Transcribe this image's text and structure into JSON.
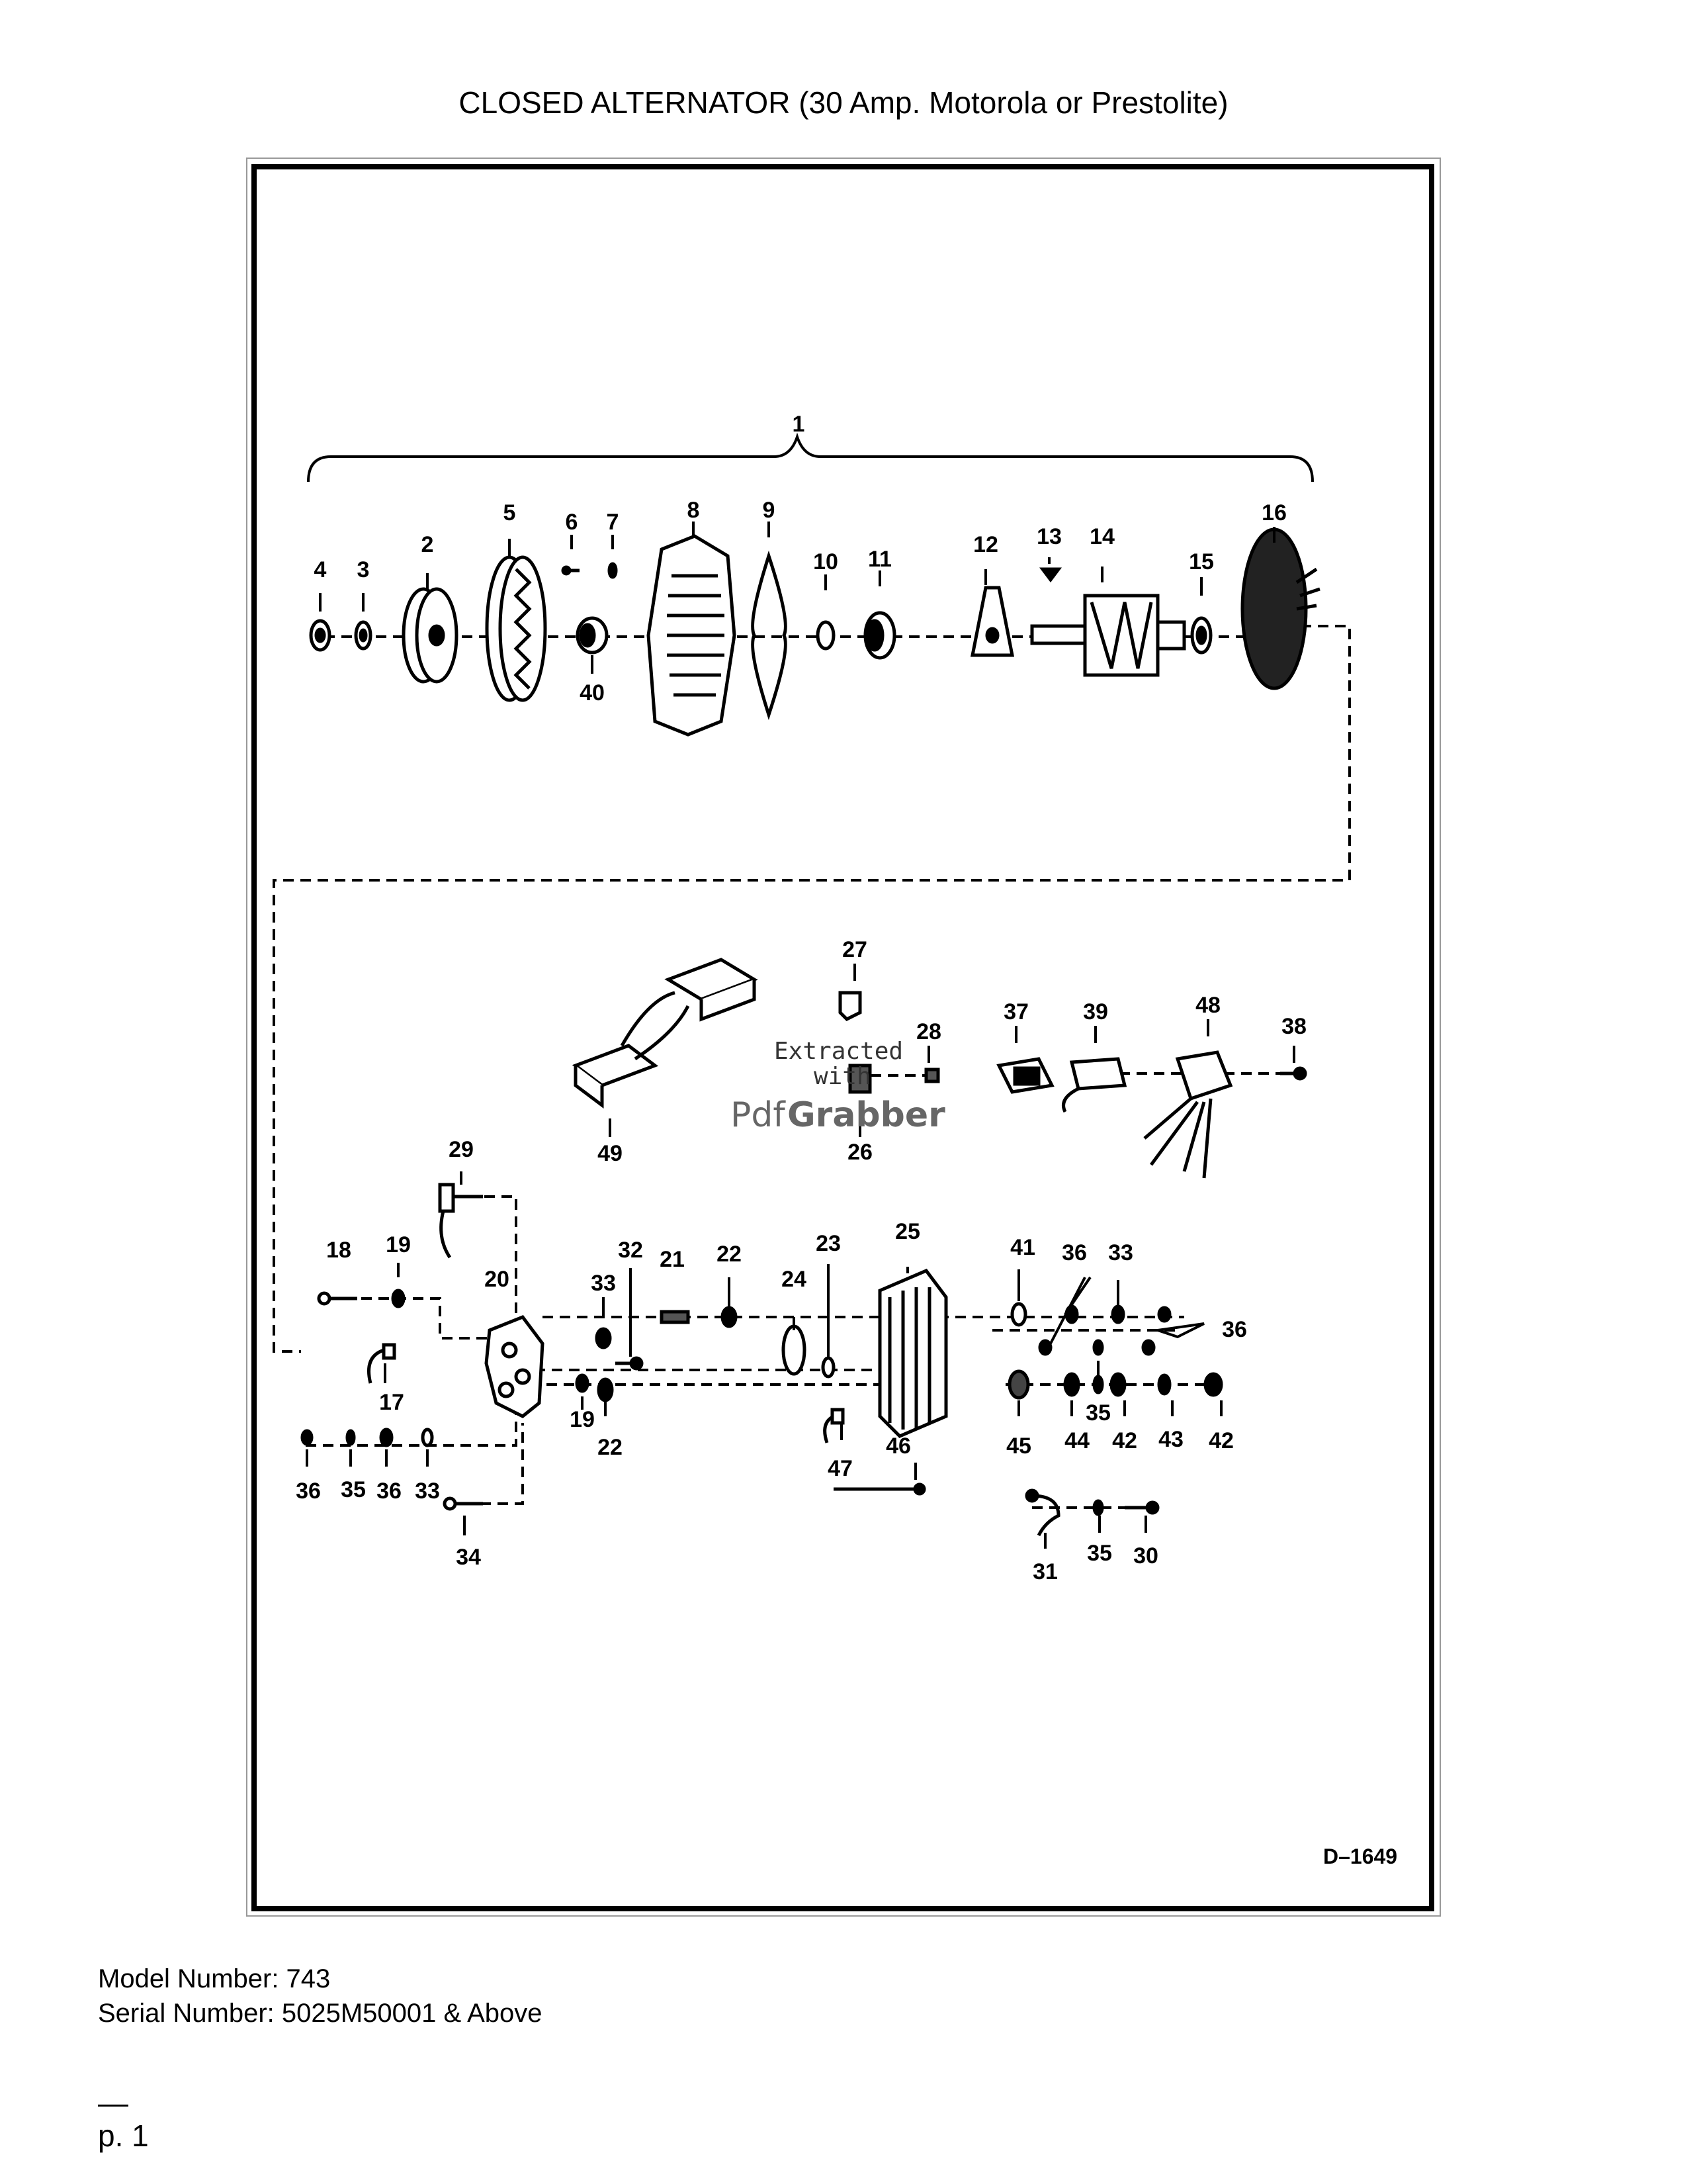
{
  "page": {
    "title": "CLOSED ALTERNATOR (30 Amp. Motorola or Prestolite)",
    "model_label": "Model Number: 743",
    "serial_label": "Serial Number: 5025M50001 & Above",
    "page_number": "p. 1"
  },
  "diagram": {
    "drawing_number": "D–1649",
    "watermark_line1": "Extracted",
    "watermark_line2": "with",
    "watermark_brand_a": "Pdf",
    "watermark_brand_b": "Grabber"
  },
  "callouts": {
    "c1": "1",
    "c2": "2",
    "c3": "3",
    "c4": "4",
    "c5": "5",
    "c6": "6",
    "c7": "7",
    "c8": "8",
    "c9": "9",
    "c10": "10",
    "c11": "11",
    "c12": "12",
    "c13": "13",
    "c14": "14",
    "c15": "15",
    "c16": "16",
    "c17": "17",
    "c18": "18",
    "c19a": "19",
    "c19b": "19",
    "c20": "20",
    "c21": "21",
    "c22a": "22",
    "c22b": "22",
    "c23": "23",
    "c24": "24",
    "c25": "25",
    "c26": "26",
    "c27": "27",
    "c28": "28",
    "c29": "29",
    "c30": "30",
    "c31": "31",
    "c32": "32",
    "c33a": "33",
    "c33b": "33",
    "c33c": "33",
    "c34": "34",
    "c35a": "35",
    "c35b": "35",
    "c35c": "35",
    "c36a": "36",
    "c36b": "36",
    "c36c": "36",
    "c36d": "36",
    "c37": "37",
    "c38": "38",
    "c39": "39",
    "c40": "40",
    "c41": "41",
    "c42a": "42",
    "c42b": "42",
    "c43": "43",
    "c44": "44",
    "c45": "45",
    "c46": "46",
    "c47": "47",
    "c48": "48",
    "c49": "49"
  }
}
